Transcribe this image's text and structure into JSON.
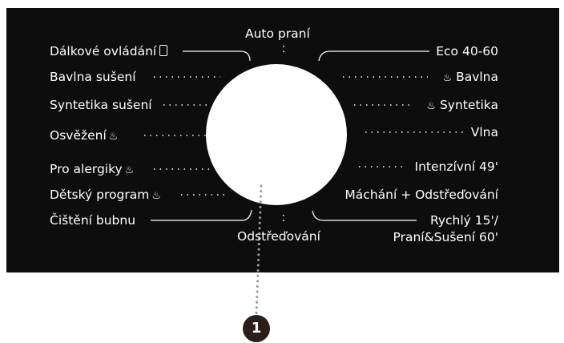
{
  "programs": {
    "top": "Auto praní",
    "bottom": "Odstřeďování",
    "left": [
      {
        "label": "Dálkové ovládání",
        "icon": "phone-icon"
      },
      {
        "label": "Bavlna sušení"
      },
      {
        "label": "Syntetika sušení"
      },
      {
        "label": "Osvěžení",
        "icon": "steam-icon"
      },
      {
        "label": "Pro alergiky",
        "icon": "steam-icon"
      },
      {
        "label": "Dětský program",
        "icon": "steam-icon"
      },
      {
        "label": "Čištění bubnu"
      }
    ],
    "right": [
      {
        "label": "Eco 40-60"
      },
      {
        "label": "Bavlna",
        "icon": "steam-icon"
      },
      {
        "label": "Syntetika",
        "icon": "steam-icon"
      },
      {
        "label": "Vlna"
      },
      {
        "label": "Intenzívní 49'"
      },
      {
        "label": "Máchání + Odstřeďování"
      },
      {
        "label": "Rychlý 15'/"
      },
      {
        "label": "Praní&Sušení 60'"
      }
    ]
  },
  "callout": "1",
  "colors": {
    "panel": "#0d0d0d",
    "text": "#ffffff",
    "callout": "#2a1e1a"
  }
}
